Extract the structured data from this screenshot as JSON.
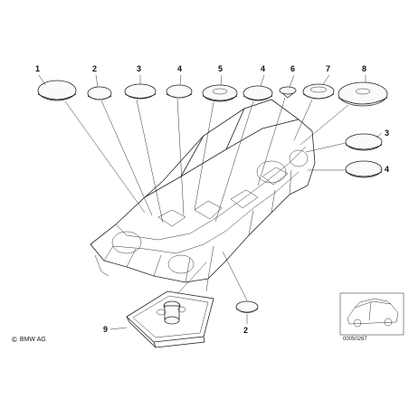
{
  "callouts": [
    {
      "id": "c1",
      "text": "1"
    },
    {
      "id": "c2",
      "text": "2"
    },
    {
      "id": "c3",
      "text": "3"
    },
    {
      "id": "c4",
      "text": "4"
    },
    {
      "id": "c5",
      "text": "5"
    },
    {
      "id": "c6",
      "text": "4"
    },
    {
      "id": "c7",
      "text": "6"
    },
    {
      "id": "c8",
      "text": "7"
    },
    {
      "id": "c9",
      "text": "8"
    },
    {
      "id": "c10",
      "text": "3"
    },
    {
      "id": "c11",
      "text": "4"
    },
    {
      "id": "c12",
      "text": "2"
    },
    {
      "id": "c13",
      "text": "9"
    }
  ],
  "copyright": {
    "symbol": "©",
    "text": "BMW AG"
  },
  "part_code": "00050267"
}
